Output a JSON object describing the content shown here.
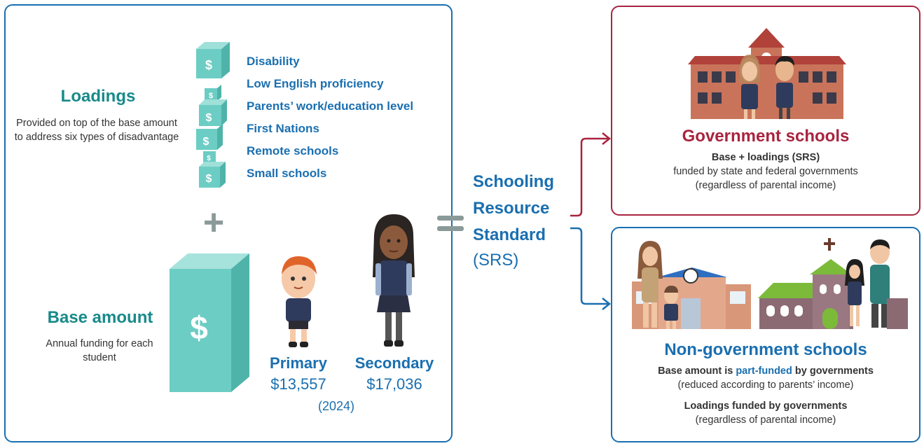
{
  "loadings": {
    "title": "Loadings",
    "description": "Provided on top of the base amount to address six types of disadvantage",
    "items": [
      "Disability",
      "Low English proficiency",
      "Parents’ work/education level",
      "First Nations",
      "Remote schools",
      "Small schools"
    ]
  },
  "plus_symbol": "+",
  "base": {
    "title": "Base amount",
    "description": "Annual funding for each student",
    "dollar_symbol": "$"
  },
  "primary": {
    "label": "Primary",
    "amount": "$13,557"
  },
  "secondary": {
    "label": "Secondary",
    "amount": "$17,036"
  },
  "year": "(2024)",
  "equals_symbol": "=",
  "srs": {
    "line1": "Schooling",
    "line2": "Resource",
    "line3": "Standard",
    "abbr": "(SRS)"
  },
  "government": {
    "title": "Government schools",
    "line1": "Base + loadings (SRS)",
    "line2": "funded by state and federal governments",
    "line3": "(regardless of parental income)"
  },
  "non_government": {
    "title": "Non-government schools",
    "line1_a": "Base amount is ",
    "line1_b": "part-funded",
    "line1_c": " by governments",
    "line2": "(reduced according to parents’ income)",
    "line3": "Loadings funded by governments",
    "line4": "(regardless of parental income)"
  },
  "colors": {
    "teal": "#198a8a",
    "blue": "#1a6fb0",
    "crimson": "#a8243f",
    "block": "#6ccdc4",
    "block_dark": "#4fb3aa"
  }
}
